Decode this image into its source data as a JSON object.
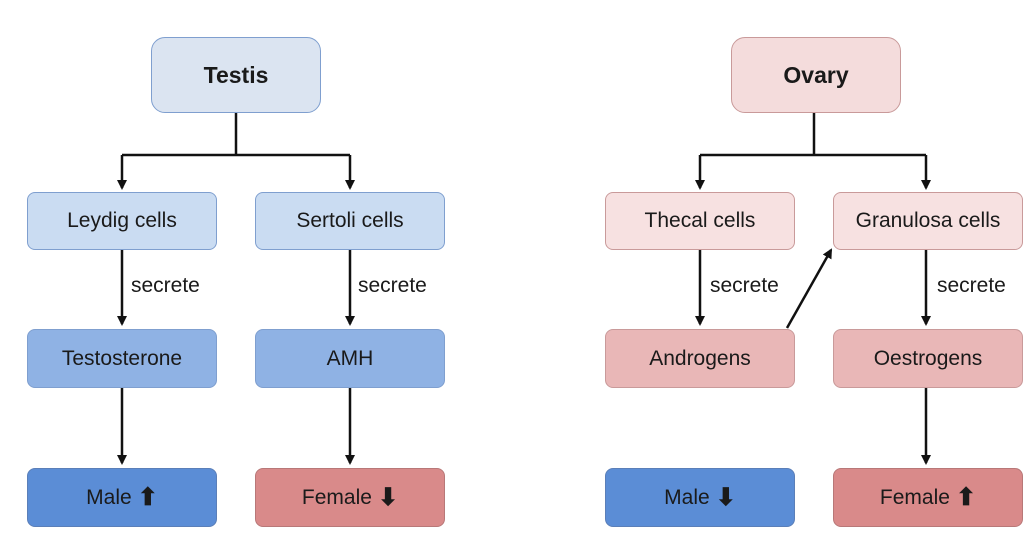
{
  "colors": {
    "testis_root_fill": "#dbe4f1",
    "testis_cell_fill": "#cadcf2",
    "testis_hormone_fill": "#8fb2e4",
    "male_fill": "#5b8dd6",
    "female_fill": "#d98a8a",
    "ovary_root_fill": "#f4dcdc",
    "ovary_cell_fill": "#f7e1e1",
    "ovary_hormone_fill": "#e9b7b7",
    "border_blue": "#7f9fcf",
    "border_red": "#c99a9a",
    "arrow": "#111111"
  },
  "testis": {
    "root": "Testis",
    "leydig": "Leydig cells",
    "sertoli": "Sertoli cells",
    "secrete_left": "secrete",
    "secrete_right": "secrete",
    "testosterone": "Testosterone",
    "amh": "AMH",
    "male": "Male",
    "male_arrow": "⬆",
    "female": "Female",
    "female_arrow": "⬇"
  },
  "ovary": {
    "root": "Ovary",
    "thecal": "Thecal cells",
    "granulosa": "Granulosa cells",
    "secrete_left": "secrete",
    "secrete_right": "secrete",
    "androgens": "Androgens",
    "oestrogens": "Oestrogens",
    "male": "Male",
    "male_arrow": "⬇",
    "female": "Female",
    "female_arrow": "⬆"
  }
}
